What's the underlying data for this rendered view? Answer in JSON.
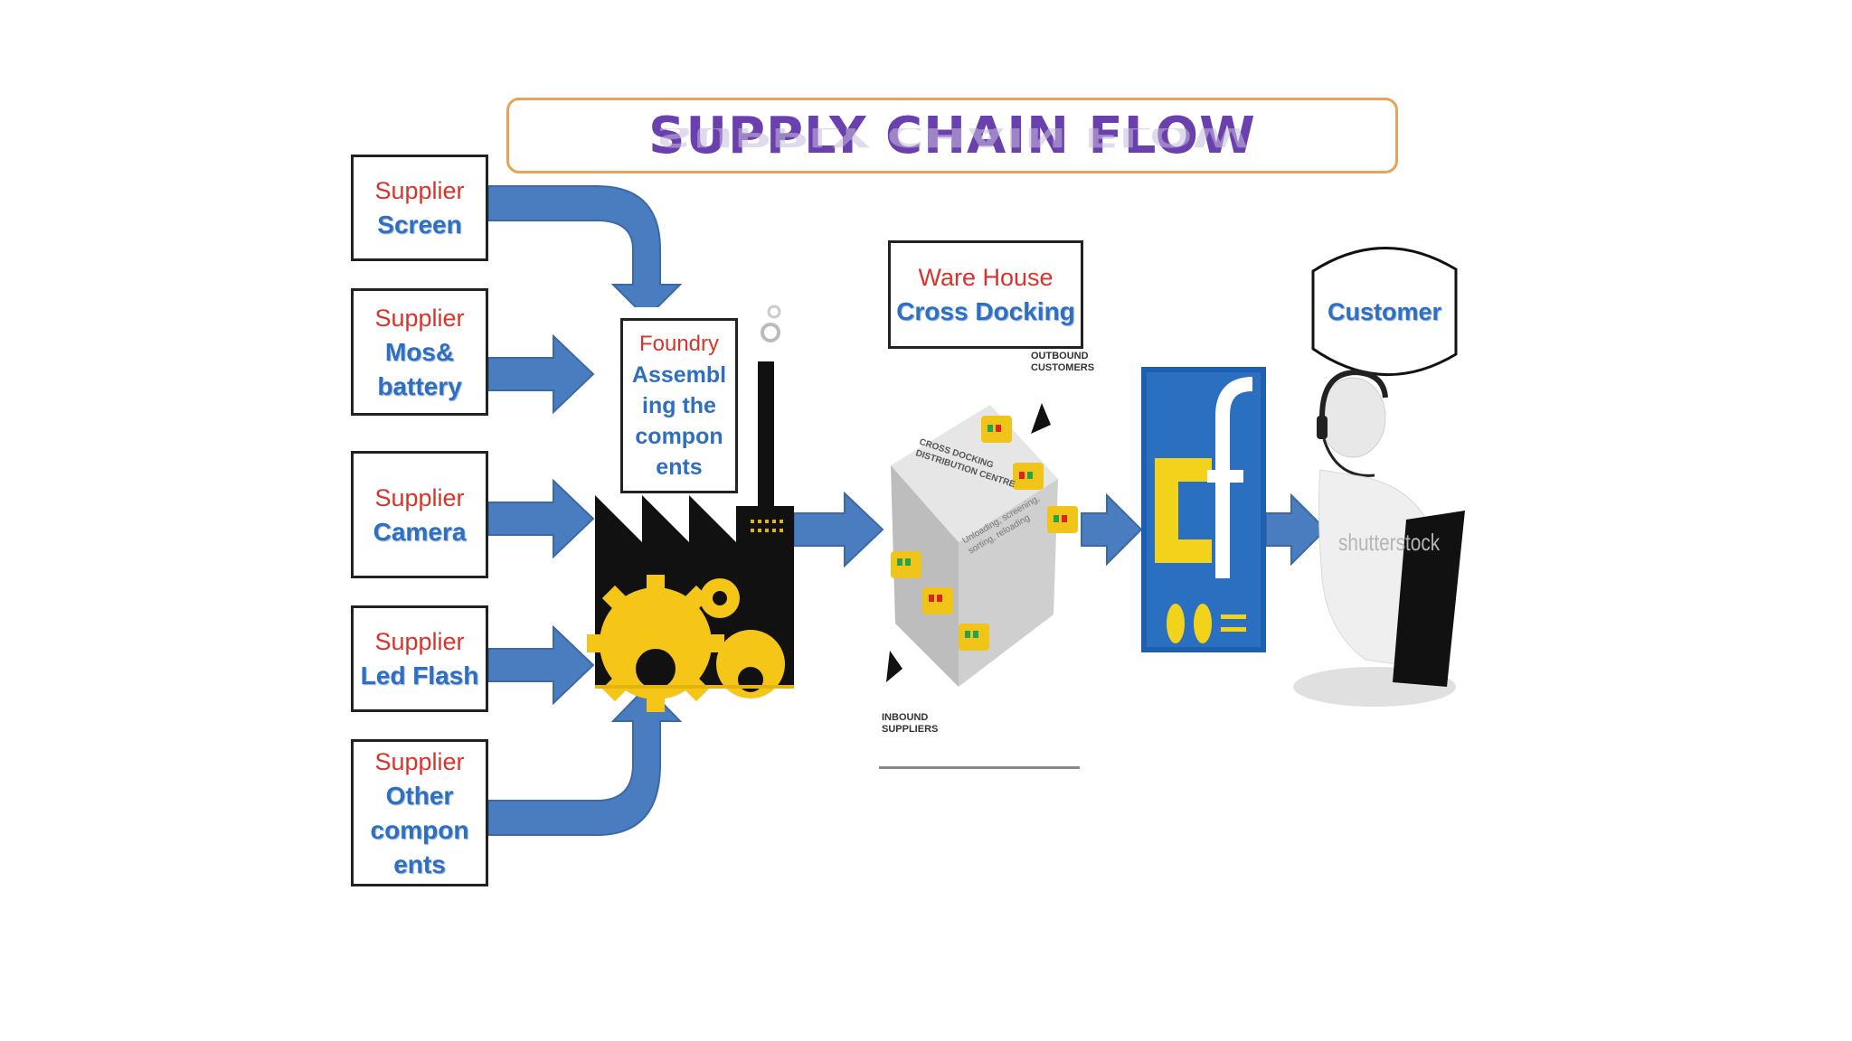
{
  "title": "SUPPLY CHAIN FLOW",
  "suppliers": [
    {
      "role": "Supplier",
      "lines": [
        "Screen"
      ]
    },
    {
      "role": "Supplier",
      "lines": [
        "Mos&",
        "battery"
      ]
    },
    {
      "role": "Supplier",
      "lines": [
        "Camera"
      ]
    },
    {
      "role": "Supplier",
      "lines": [
        "Led Flash"
      ]
    },
    {
      "role": "Supplier",
      "lines": [
        "Other",
        "compon",
        "ents"
      ]
    }
  ],
  "foundry": {
    "role": "Foundry",
    "lines": [
      "Assembl",
      "ing the",
      "compon",
      "ents"
    ]
  },
  "warehouse": {
    "role": "Ware House",
    "label": "Cross Docking"
  },
  "warehouse_image": {
    "outbound": [
      "OUTBOUND",
      "CUSTOMERS"
    ],
    "inbound": [
      "INBOUND",
      "SUPPLIERS"
    ],
    "centre": [
      "CROSS DOCKING",
      "DISTRIBUTION CENTRE"
    ],
    "ops": [
      "Unloading, screening,",
      "sorting, reloading"
    ]
  },
  "customer": {
    "label": "Customer"
  },
  "watermark": "shutterstock",
  "colors": {
    "arrow": "#4a7cc0",
    "title": "#6a3fae",
    "supplier_red": "#d9342b",
    "label_blue": "#2e6fc1",
    "gear": "#f5c518",
    "cf_bg": "#1e5fae"
  }
}
